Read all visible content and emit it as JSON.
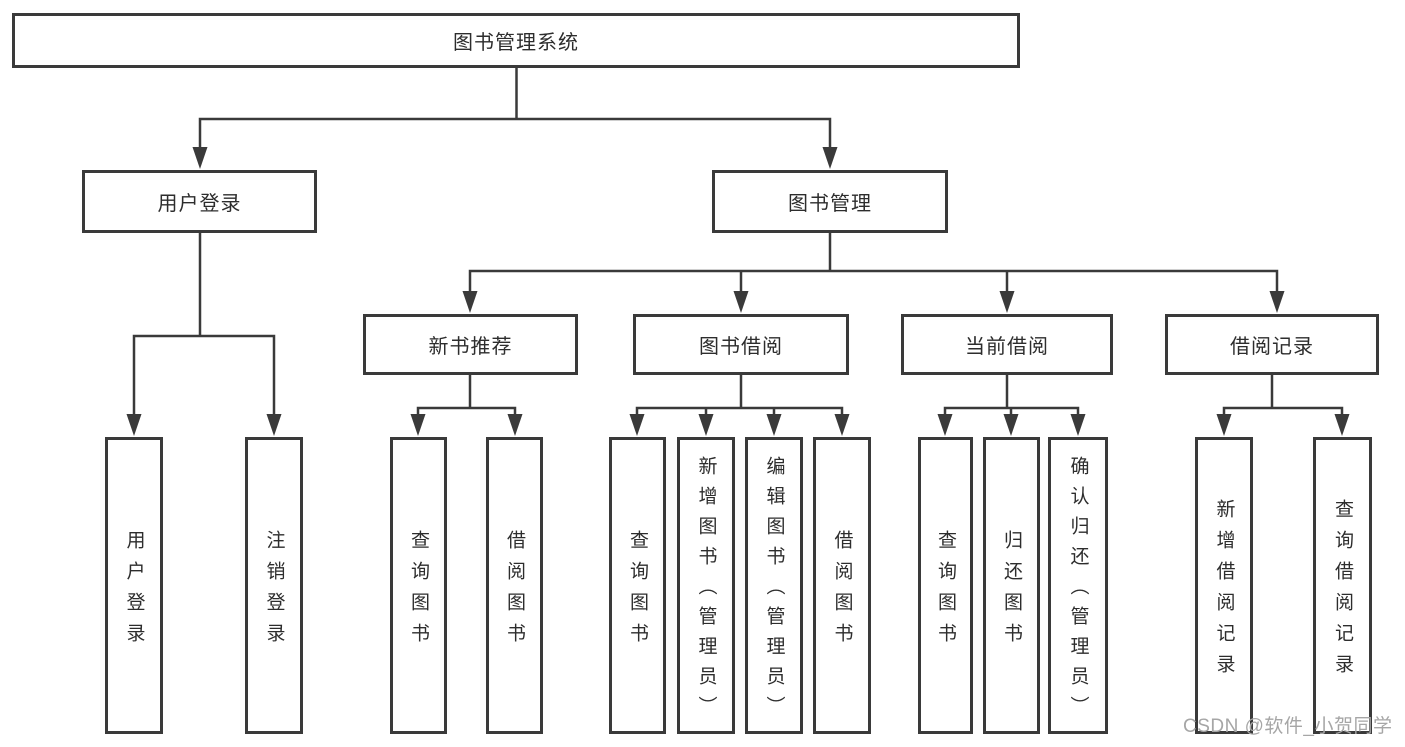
{
  "diagram": {
    "root": {
      "label": "图书管理系统"
    },
    "branches": {
      "login": {
        "label": "用户登录",
        "children": [
          {
            "label": "用户登录"
          },
          {
            "label": "注销登录"
          }
        ]
      },
      "management": {
        "label": "图书管理",
        "groups": [
          {
            "label": "新书推荐",
            "children": [
              {
                "label": "查询图书"
              },
              {
                "label": "借阅图书"
              }
            ]
          },
          {
            "label": "图书借阅",
            "children": [
              {
                "label": "查询图书"
              },
              {
                "label": "新增图书（管理员）"
              },
              {
                "label": "编辑图书（管理员）"
              },
              {
                "label": "借阅图书"
              }
            ]
          },
          {
            "label": "当前借阅",
            "children": [
              {
                "label": "查询图书"
              },
              {
                "label": "归还图书"
              },
              {
                "label": "确认归还（管理员）"
              }
            ]
          },
          {
            "label": "借阅记录",
            "children": [
              {
                "label": "新增借阅记录"
              },
              {
                "label": "查询借阅记录"
              }
            ]
          }
        ]
      }
    }
  },
  "watermark": {
    "text": "CSDN @软件_小贺同学"
  },
  "colors": {
    "line": "#3a3a3a",
    "text": "#2d2d2d",
    "background": "#ffffff",
    "watermark": "#a6a6a6"
  }
}
